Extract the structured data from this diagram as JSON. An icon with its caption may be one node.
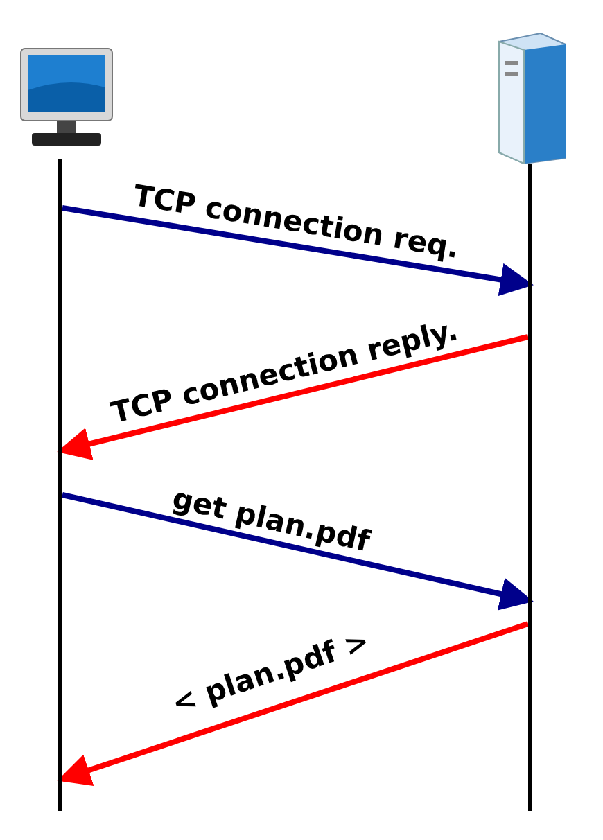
{
  "diagram": {
    "nodes": [
      {
        "text": [],
        "shape": "picture"
      },
      {
        "text": [],
        "shape": "picture"
      },
      {
        "text": [],
        "shape": "bar"
      },
      {
        "text": [],
        "shape": "bar"
      }
    ],
    "edges": [
      {
        "from": 2,
        "to": 3,
        "arrow": "to",
        "label": "TCP connection req.",
        "color": "#00008b"
      },
      {
        "from": 3,
        "to": 2,
        "arrow": "to",
        "label": "TCP connection reply.",
        "color": "#ff0000"
      },
      {
        "from": 2,
        "to": 3,
        "arrow": "to",
        "label": "get plan.pdf",
        "color": "#00008b"
      },
      {
        "from": 3,
        "to": 2,
        "arrow": "to",
        "label": "< plan.pdf >",
        "color": "#ff0000"
      }
    ]
  }
}
